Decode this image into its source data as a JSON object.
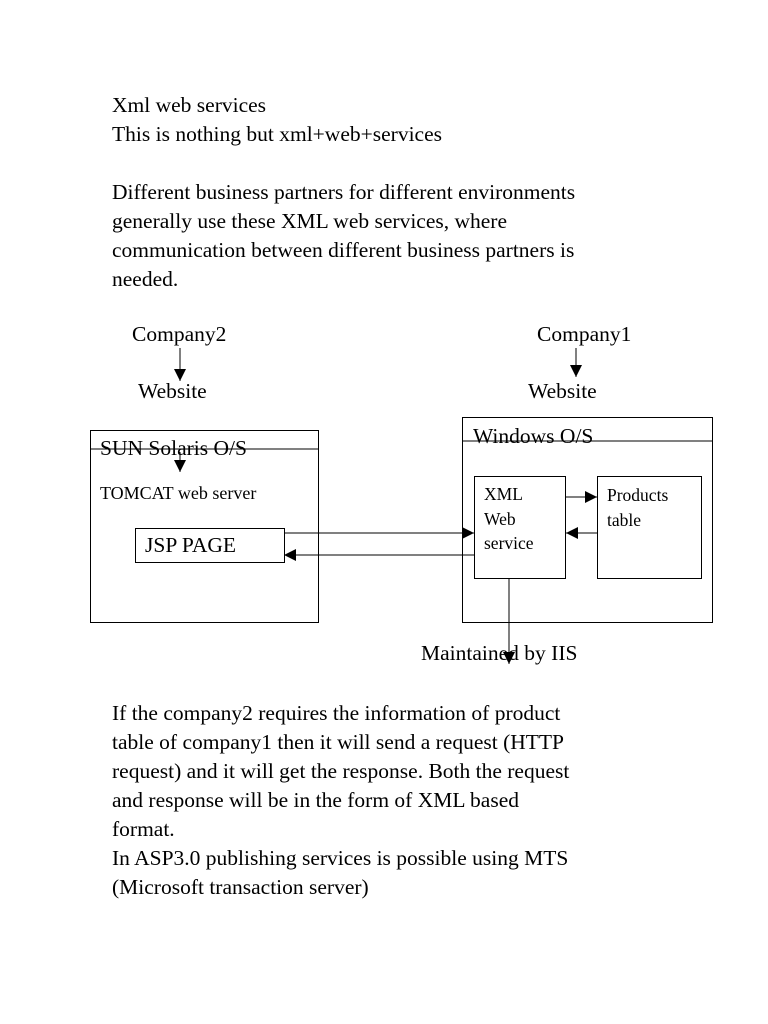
{
  "intro": {
    "line1": "Xml web services",
    "line2": "This is nothing but xml+web+services"
  },
  "paragraph1": {
    "lines": [
      "Different business partners for different environments",
      "generally use these XML web services, where",
      "communication between different business partners is",
      "needed."
    ]
  },
  "diagram": {
    "company2": "Company2",
    "company2_website": "Website",
    "company1": "Company1",
    "company1_website": "Website",
    "left_box_title": "SUN Solaris O/S",
    "tomcat": "TOMCAT web server",
    "jsp": "JSP PAGE",
    "right_box_title": "Windows O/S",
    "xml_service": [
      "XML",
      "Web",
      "service"
    ],
    "products_table": [
      "Products",
      "table"
    ],
    "maintained": "Maintained by IIS"
  },
  "paragraph2": {
    "lines": [
      "If the company2 requires the information of product",
      "table of company1 then it will send a request (HTTP",
      "request) and it will get the response. Both the request",
      "and response will be in the form of XML based",
      "format.",
      "In ASP3.0 publishing services is possible using MTS",
      "(Microsoft transaction server)"
    ]
  }
}
